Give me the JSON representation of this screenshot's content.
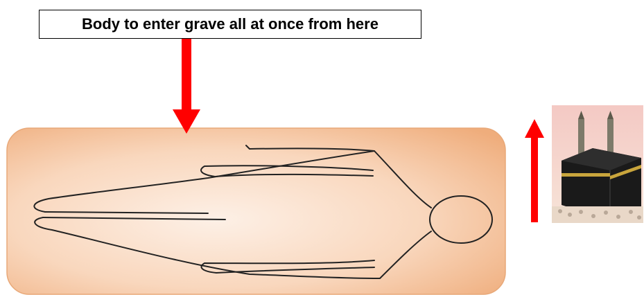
{
  "caption": "Body to enter grave all at once from here",
  "colors": {
    "arrow": "#ff0000",
    "grave_fill_light": "#fde9db",
    "grave_fill_dark": "#f2b88a",
    "grave_border": "#e8a878",
    "outline": "#222222"
  },
  "icons": {
    "grave": "grave-shape",
    "body": "body-outline-figure",
    "qibla_direction": "kaaba-image",
    "entry_arrow": "down-arrow",
    "direction_arrow": "up-arrow"
  }
}
